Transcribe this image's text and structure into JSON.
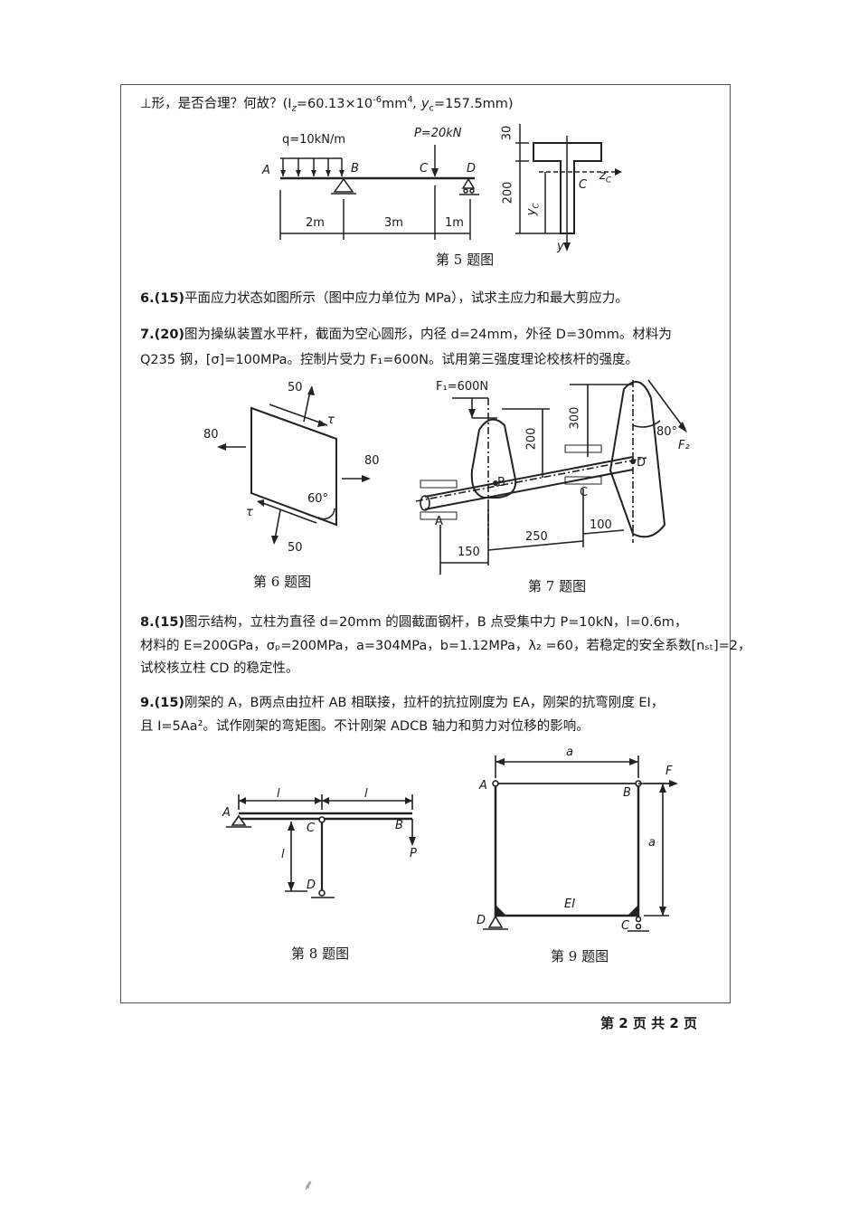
{
  "q5": {
    "tail_line": "⊥形，是否合理？何故？(I",
    "tail_sub": "z",
    "tail_eq": "=60.13×10",
    "tail_exp": "-6",
    "tail_unit": "mm",
    "tail_exp2": "4",
    "tail_sep": ", y",
    "tail_sub2": "c",
    "tail_end": "=157.5mm)",
    "fig": {
      "q": "q=10kN/m",
      "P": "P=20kN",
      "A": "A",
      "B": "B",
      "C": "C",
      "D": "D",
      "d1": "2m",
      "d2": "3m",
      "d3": "1m",
      "s30": "30",
      "s200": "200",
      "zc": "z",
      "zc_sub": "C",
      "Cc": "C",
      "yc": "y",
      "yc_sub": "C",
      "y": "y"
    },
    "caption": "第 5 题图"
  },
  "q6": {
    "num": "6.(15)",
    "text": "平面应力状态如图所示（图中应力单位为 MPa），试求主应力和最大剪应力。"
  },
  "q7": {
    "num": "7.(20)",
    "text1": "图为操纵装置水平杆，截面为空心圆形，内径 d=24mm，外径 D=30mm。材料为",
    "text2": "Q235 钢，[σ]=100MPa。控制片受力 F₁=600N。试用第三强度理论校核杆的强度。"
  },
  "fig6": {
    "v50a": "50",
    "v50b": "50",
    "v80a": "80",
    "v80b": "80",
    "tau1": "τ",
    "tau2": "τ",
    "ang": "60°",
    "caption": "第 6 题图"
  },
  "fig7": {
    "F1": "F₁=600N",
    "F2": "F₂",
    "d300": "300",
    "d200": "200",
    "ang": "80°",
    "A": "A",
    "B": "B",
    "C": "C",
    "D": "D",
    "d150": "150",
    "d250": "250",
    "d100": "100",
    "caption": "第 7 题图"
  },
  "q8": {
    "num": "8.(15)",
    "text1": "图示结构，立柱为直径 d=20mm 的圆截面钢杆，B 点受集中力 P=10kN，l=0.6m，",
    "text2": "材料的 E=200GPa，σₚ=200MPa，a=304MPa，b=1.12MPa，λ₂ =60，若稳定的安全系数[nₛₜ]=2，",
    "text3": "试校核立柱 CD 的稳定性。"
  },
  "q9": {
    "num": "9.(15)",
    "text1": "刚架的 A，B两点由拉杆 AB 相联接，拉杆的抗拉刚度为 EA，刚架的抗弯刚度 EI，",
    "text2": "且 I=5Aa²。试作刚架的弯矩图。不计刚架 ADCB 轴力和剪力对位移的影响。"
  },
  "fig8": {
    "l1": "l",
    "l2": "l",
    "l3": "l",
    "A": "A",
    "B": "B",
    "C": "C",
    "D": "D",
    "P": "P",
    "caption": "第 8 题图"
  },
  "fig9": {
    "a1": "a",
    "a2": "a",
    "A": "A",
    "B": "B",
    "C": "C",
    "D": "D",
    "F": "F",
    "EI": "EI",
    "caption": "第 9 题图"
  },
  "footer": {
    "page": "第 2 页 共 2 页"
  }
}
